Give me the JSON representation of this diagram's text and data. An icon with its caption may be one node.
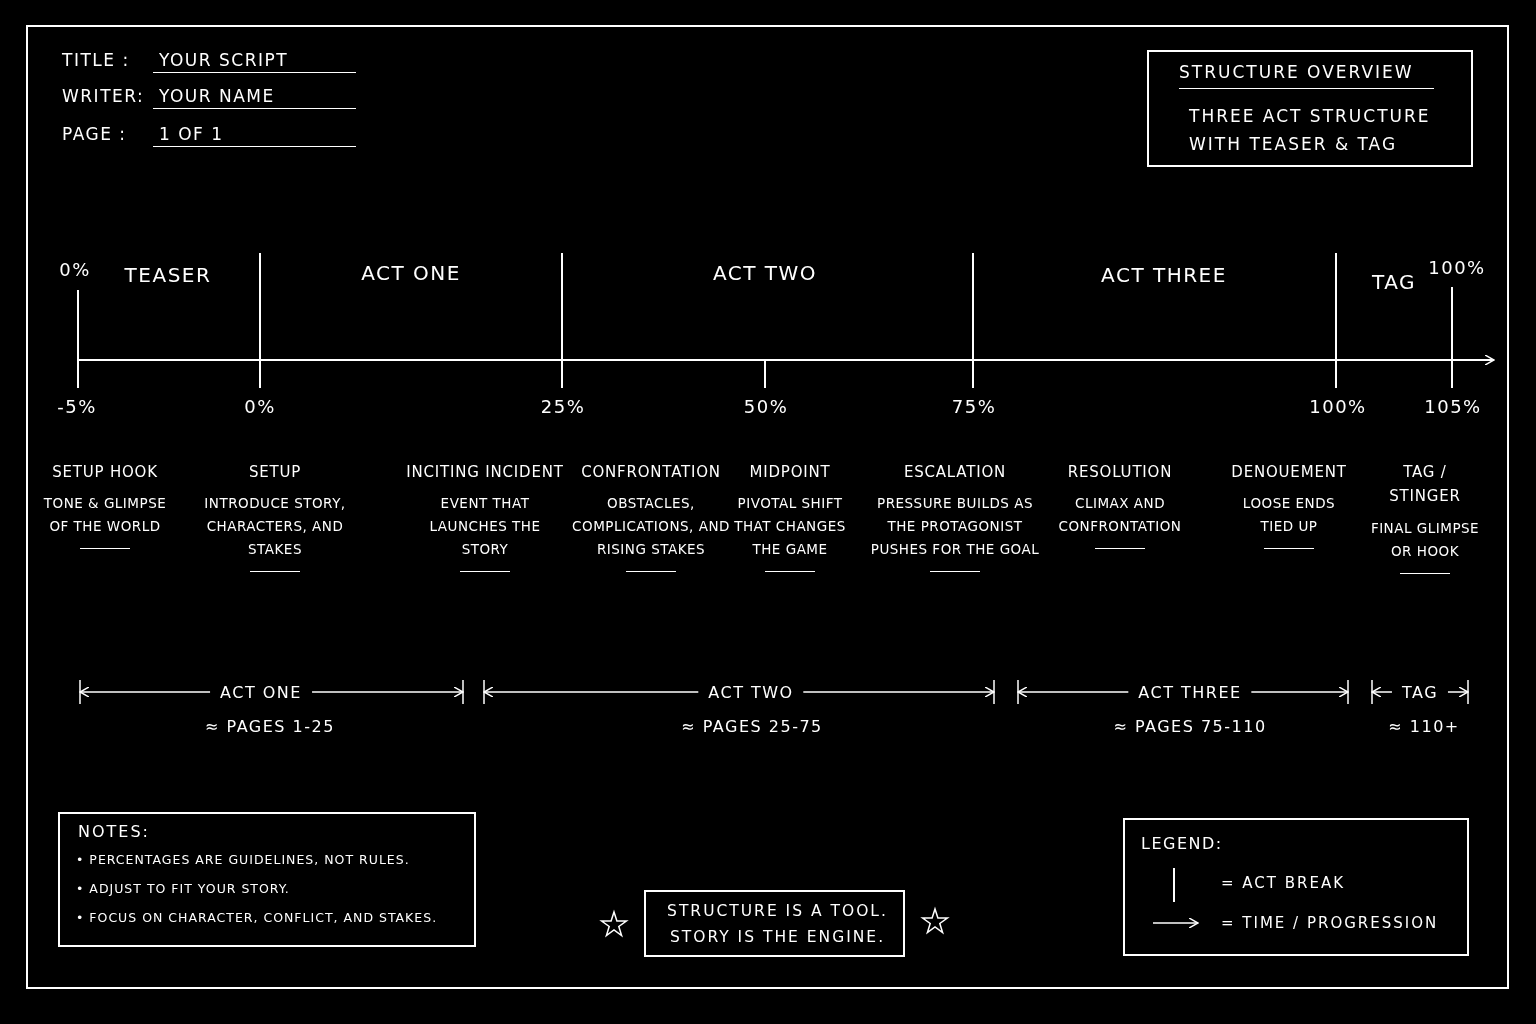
{
  "diagram": {
    "nodes": [
      {
        "text": [
          "STRUCTURE OVERVIEW",
          "THREE ACT STRUCTURE WITH TEASER & TAG"
        ]
      },
      {
        "text": [
          "NOTES:",
          "• PERCENTAGES ARE GUIDELINES, NOT RULES.",
          "• ADJUST TO FIT YOUR STORY.",
          "• FOCUS ON CHARACTER, CONFLICT, AND STAKES."
        ]
      },
      {
        "text": [
          "STRUCTURE IS A TOOL. STORY IS THE ENGINE."
        ]
      }
    ],
    "edges": [],
    "labels": [
      "TITLE :",
      "YOUR SCRIPT",
      "WRITER:",
      "YOUR NAME",
      "PAGE :",
      "1 OF 1",
      "0%",
      "TEASER",
      "ACT ONE",
      "ACT TWO",
      "ACT THREE",
      "TAG",
      "100%",
      "-5%",
      "0%",
      "25%",
      "50%",
      "75%",
      "100%",
      "105%",
      "SETUP HOOK",
      "TONE & GLIMPSE OF THE WORLD",
      "SETUP",
      "INTRODUCE STORY, CHARACTERS, AND STAKES",
      "INCITING INCIDENT",
      "EVENT THAT LAUNCHES THE STORY",
      "CONFRONTATION",
      "OBSTACLES, COMPLICATIONS, AND RISING STAKES",
      "MIDPOINT",
      "PIVOTAL SHIFT THAT CHANGES THE GAME",
      "ESCALATION",
      "PRESSURE BUILDS AS THE PROTAGONIST PUSHES FOR THE GOAL",
      "RESOLUTION",
      "CLIMAX AND CONFRONTATION",
      "DENOUEMENT",
      "LOOSE ENDS TIED UP",
      "TAG / STINGER",
      "FINAL GLIMPSE OR HOOK",
      "ACT ONE",
      "≈ PAGES 1-25",
      "ACT TWO",
      "≈ PAGES 25-75",
      "ACT THREE",
      "≈ PAGES 75-110",
      "TAG",
      "≈ 110+",
      "LEGEND:"
    ],
    "legend": [
      {
        "text": "= ACT BREAK"
      },
      {
        "text": "= TIME / PROGRESSION"
      }
    ]
  }
}
